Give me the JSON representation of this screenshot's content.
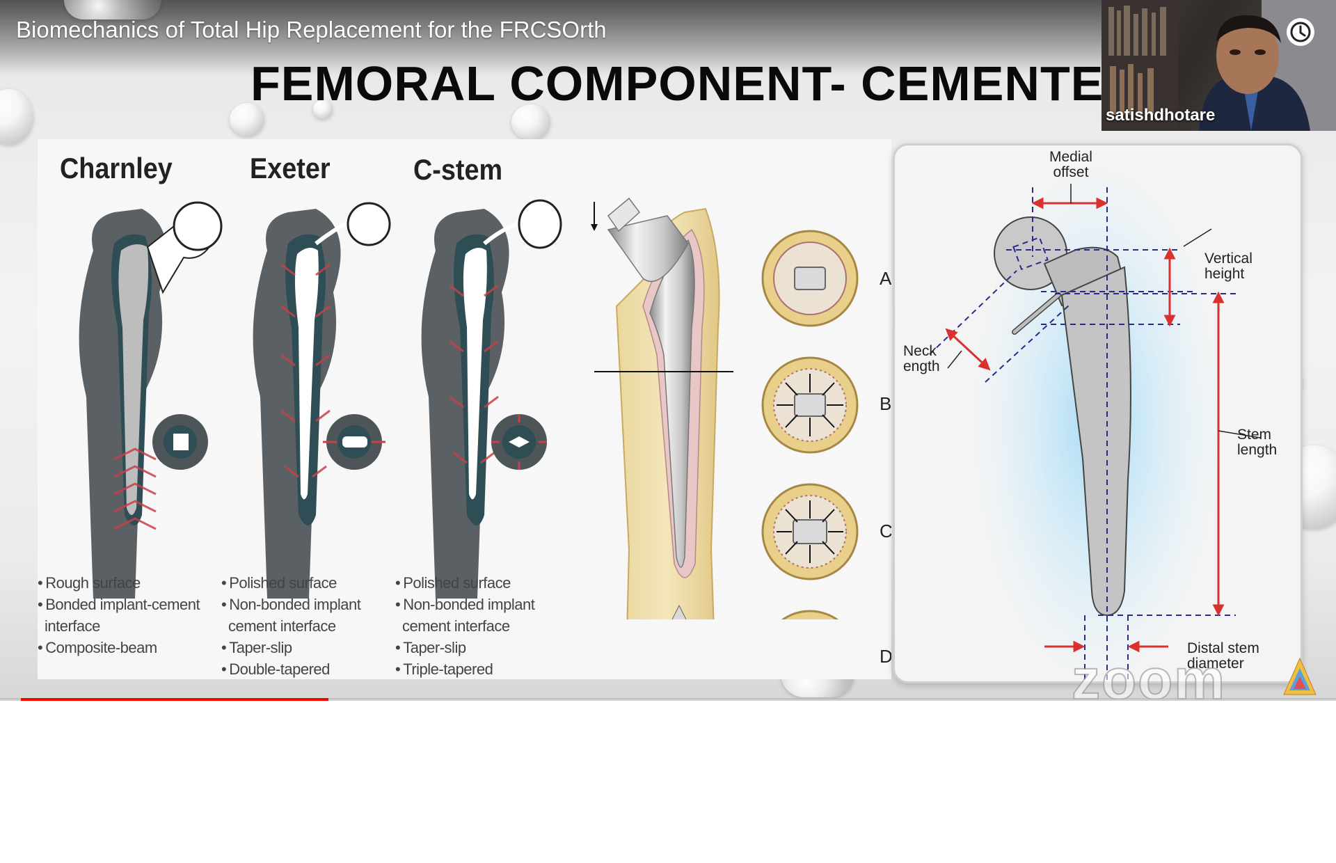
{
  "video": {
    "title": "Biomechanics of Total Hip Replacement for the FRCSOrth",
    "progress_fraction": 0.23
  },
  "slide": {
    "title": "FEMORAL COMPONENT- CEMENTE",
    "stems": [
      {
        "name": "Charnley",
        "bullets": [
          "Rough surface",
          "Bonded implant-cement",
          "interface",
          "Composite-beam"
        ]
      },
      {
        "name": "Exeter",
        "bullets": [
          "Polished surface",
          "Non-bonded implant",
          "cement interface",
          "Taper-slip",
          "Double-tapered"
        ]
      },
      {
        "name": "C-stem",
        "bullets": [
          "Polished surface",
          "Non-bonded implant",
          "cement interface",
          "Taper-slip",
          "Triple-tapered"
        ]
      }
    ],
    "section_labels": [
      "A",
      "B",
      "C",
      "D"
    ],
    "dimensions": {
      "medial_offset_1": "Medial",
      "medial_offset_2": "offset",
      "vertical_height_1": "Vertical",
      "vertical_height_2": "height",
      "neck_length_1": "Neck",
      "neck_length_2": "ength",
      "stem_length_1": "Stem",
      "stem_length_2": "length",
      "distal_stem_1": "Distal stem",
      "distal_stem_2": "diameter"
    }
  },
  "webcam": {
    "participant": "satishdhotare"
  },
  "watermark": "zoom",
  "colors": {
    "progress": "#ff0000",
    "stress_red": "#c8404a",
    "bone_yellow": "#e8cf8a",
    "implant_grey": "#b8b8b8",
    "dim_red": "#d93030",
    "dim_blue": "#2a2a8a"
  },
  "icons": {
    "clock": "clock-icon"
  }
}
